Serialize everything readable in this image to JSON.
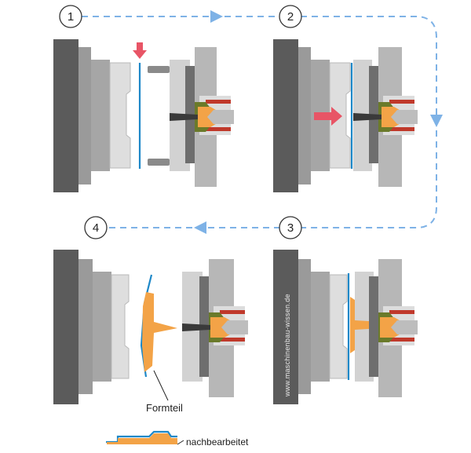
{
  "steps": [
    {
      "number": "1"
    },
    {
      "number": "2"
    },
    {
      "number": "3"
    },
    {
      "number": "4"
    }
  ],
  "labels": {
    "part": "Formteil",
    "finished": "nachbearbeitet",
    "watermark": "www.maschinenbau-wissen.de"
  },
  "colors": {
    "platen": "#5b5b5b",
    "plate_dark": "#8a8a8a",
    "plate_mid": "#a6a6a6",
    "plate_light": "#c9c9c9",
    "cavity_face": "#dedede",
    "film": "#1e88c8",
    "melt": "#f3a347",
    "heater": "#c0392b",
    "arrow_red": "#e85566",
    "flow_arrow": "#7eb2e6"
  }
}
